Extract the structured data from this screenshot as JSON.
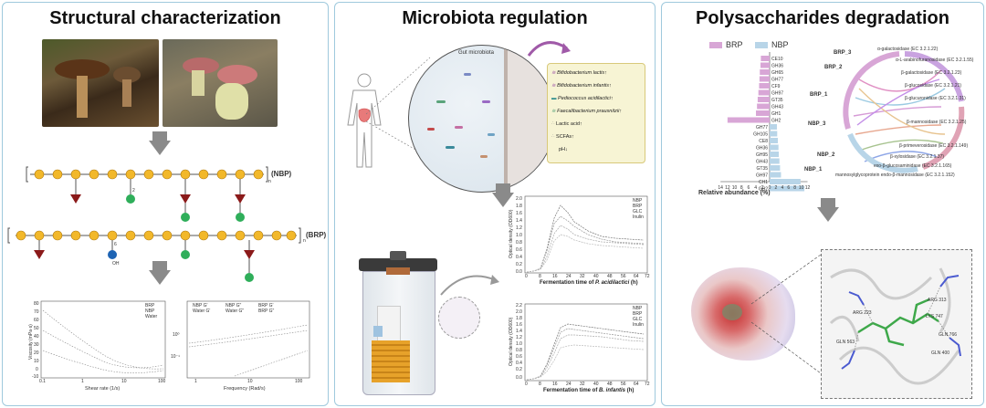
{
  "panels": {
    "structural": {
      "title": "Structural characterization",
      "nbp_tag": "(NBP)",
      "brp_tag": "(BRP)",
      "n1": "n",
      "n2": "n",
      "oh": "OH",
      "link_small": "2",
      "link_small2": "6",
      "chart1": {
        "ylabel": "Viscosity (mPa·s)",
        "xlabel": "Shear rate (1/s)",
        "xticks": [
          "0.1",
          "1",
          "10",
          "100"
        ],
        "yticks": [
          "80",
          "70",
          "60",
          "50",
          "40",
          "30",
          "20",
          "10",
          "0",
          "-10"
        ],
        "legend": [
          "BRP",
          "NBP",
          "Water"
        ]
      },
      "chart2": {
        "xlabel": "Frequency (Rad/s)",
        "xticks": [
          "1",
          "10",
          "100"
        ],
        "yticks": [
          "10⁰",
          "10⁻¹"
        ],
        "legend": [
          "NBP G'",
          "NBP G\"",
          "Water G'",
          "BRP G'",
          "BRP G\"",
          "Water G\""
        ]
      }
    },
    "microbiota": {
      "title": "Microbiota regulation",
      "gut_label": "Gut microbiota",
      "effects": [
        {
          "text": "Bifidobacterium lactis",
          "arrow": "↑"
        },
        {
          "text": "Bifidobacterium infantis",
          "arrow": "↑"
        },
        {
          "text": "Pediococcus acidilactici",
          "arrow": "↑"
        },
        {
          "text": "Faecalibacterium prausnitzii",
          "arrow": "↑"
        },
        {
          "text": "Lactic acid",
          "arrow": "↑"
        },
        {
          "text": "SCFAs",
          "arrow": "↑"
        },
        {
          "text": "pH",
          "arrow": "↓"
        }
      ],
      "chart_top": {
        "xlabel_prefix": "Fermentation time of ",
        "xlabel_species": "P. acidilactici",
        "xlabel_suffix": " (h)",
        "ylabel": "Optical density (OD600)",
        "xticks": [
          "0",
          "8",
          "16",
          "24",
          "32",
          "40",
          "48",
          "56",
          "64",
          "72"
        ],
        "yticks": [
          "2.0",
          "1.8",
          "1.6",
          "1.4",
          "1.2",
          "1.0",
          "0.8",
          "0.6",
          "0.4",
          "0.2",
          "0.0"
        ],
        "legend": [
          "NBP",
          "BRP",
          "GLC",
          "Inulin"
        ]
      },
      "chart_bottom": {
        "xlabel_prefix": "Fermentation time of ",
        "xlabel_species": "B. infantis",
        "xlabel_suffix": " (h)",
        "ylabel": "Optical density (OD600)",
        "xticks": [
          "0",
          "8",
          "16",
          "24",
          "32",
          "40",
          "48",
          "56",
          "64",
          "72"
        ],
        "yticks": [
          "2.2",
          "2.0",
          "1.8",
          "1.6",
          "1.4",
          "1.2",
          "1.0",
          "0.8",
          "0.6",
          "0.4",
          "0.2",
          "0.0"
        ],
        "legend": [
          "NBP",
          "BRP",
          "GLC",
          "Inulin"
        ]
      }
    },
    "degradation": {
      "title": "Polysaccharides degradation",
      "legend_brp": "BRP",
      "legend_nbp": "NBP",
      "xlabel": "Relative abundance (%)",
      "xticks": [
        "14",
        "12",
        "10",
        "8",
        "6",
        "4",
        "2",
        "0",
        "2",
        "4",
        "6",
        "8",
        "10",
        "12"
      ],
      "brp_families": [
        "CE10",
        "GH36",
        "GH65",
        "GH77",
        "CF9",
        "GH97",
        "GT35",
        "GH43",
        "GH1",
        "GH2"
      ],
      "nbp_families": [
        "GH77",
        "GH105",
        "CE8",
        "GH36",
        "GH95",
        "GH43",
        "GT35",
        "GH97",
        "CH1",
        "GH2"
      ],
      "chord_left": [
        "BRP_3",
        "BRP_2",
        "BRP_1",
        "NBP_3",
        "NBP_2",
        "NBP_1"
      ],
      "enzymes": [
        "α-galactosidase (EC 3.2.1.22)",
        "α-L-arabinofuranosidase (EC 3.2.1.55)",
        "β-galactosidase (EC 3.2.1.23)",
        "β-glucosidase (EC 3.2.1.21)",
        "β-glucuronidase (EC 3.2.1.31)",
        "β-mannosidase (EC 3.2.1.25)",
        "β-primeverosidase (EC 3.2.1.149)",
        "β-xylosidase (EC 3.2.1.37)",
        "exo-β-glucosaminidase (EC 3.2.1.165)",
        "mannosylglycoprotein endo-β-mannosidase (EC 3.2.1.152)"
      ],
      "residues": [
        "ARG 223",
        "ARG 313",
        "LYS 747",
        "GLN 563",
        "GLN 766",
        "GLN 400"
      ]
    }
  },
  "chart_data": [
    {
      "type": "bar",
      "title": "",
      "orientation": "horizontal",
      "xlabel": "Relative abundance (%)",
      "series": [
        {
          "name": "BRP",
          "categories": [
            "CE10",
            "GH36",
            "GH65",
            "GH77",
            "CF9",
            "GH97",
            "GT35",
            "GH43",
            "GH1",
            "GH2"
          ],
          "values": [
            2.5,
            2.6,
            2.8,
            2.9,
            3.0,
            3.2,
            3.4,
            3.6,
            3.9,
            12.0
          ]
        },
        {
          "name": "NBP",
          "categories": [
            "GH77",
            "GH105",
            "CE8",
            "GH36",
            "GH95",
            "GH43",
            "GT35",
            "GH97",
            "CH1",
            "GH2"
          ],
          "values": [
            2.3,
            2.4,
            2.6,
            2.8,
            2.9,
            3.1,
            3.3,
            3.6,
            9.8,
            11.0
          ]
        }
      ]
    },
    {
      "type": "line",
      "title": "",
      "xlabel": "Fermentation time of P. acidilactici (h)",
      "ylabel": "Optical density (OD600)",
      "x": [
        0,
        4,
        8,
        12,
        16,
        20,
        24,
        28,
        32,
        40,
        48,
        56,
        64,
        72
      ],
      "ylim": [
        0,
        2.0
      ],
      "series": [
        {
          "name": "NBP",
          "values": [
            0.02,
            0.02,
            0.03,
            0.1,
            0.6,
            1.45,
            1.82,
            1.65,
            1.45,
            1.2,
            1.05,
            1.0,
            0.98,
            0.96
          ]
        },
        {
          "name": "BRP",
          "values": [
            0.02,
            0.02,
            0.03,
            0.1,
            0.55,
            1.35,
            1.55,
            1.45,
            1.3,
            1.05,
            0.95,
            0.9,
            0.88,
            0.86
          ]
        },
        {
          "name": "GLC",
          "values": [
            0.02,
            0.02,
            0.03,
            0.08,
            0.4,
            1.0,
            1.2,
            1.1,
            0.95,
            0.85,
            0.8,
            0.78,
            0.75,
            0.73
          ]
        },
        {
          "name": "Inulin",
          "values": [
            0.02,
            0.02,
            0.03,
            0.07,
            0.3,
            0.8,
            1.0,
            0.95,
            0.85,
            0.75,
            0.7,
            0.67,
            0.65,
            0.63
          ]
        }
      ]
    },
    {
      "type": "line",
      "title": "",
      "xlabel": "Fermentation time of B. infantis (h)",
      "ylabel": "Optical density (OD600)",
      "x": [
        0,
        4,
        8,
        12,
        16,
        20,
        24,
        28,
        32,
        40,
        48,
        56,
        64,
        72
      ],
      "ylim": [
        0,
        2.2
      ],
      "series": [
        {
          "name": "NBP",
          "values": [
            0.02,
            0.02,
            0.03,
            0.1,
            0.5,
            1.2,
            1.62,
            1.58,
            1.55,
            1.5,
            1.45,
            1.4,
            1.35,
            1.3
          ]
        },
        {
          "name": "BRP",
          "values": [
            0.02,
            0.02,
            0.03,
            0.1,
            0.45,
            1.1,
            1.5,
            1.48,
            1.45,
            1.4,
            1.35,
            1.3,
            1.25,
            1.2
          ]
        },
        {
          "name": "GLC",
          "values": [
            0.02,
            0.02,
            0.03,
            0.08,
            0.35,
            0.9,
            1.3,
            1.3,
            1.28,
            1.25,
            1.2,
            1.15,
            1.12,
            1.1
          ]
        },
        {
          "name": "Inulin",
          "values": [
            0.02,
            0.02,
            0.03,
            0.06,
            0.25,
            0.7,
            1.0,
            1.02,
            1.0,
            0.98,
            0.95,
            0.92,
            0.9,
            0.88
          ]
        }
      ]
    }
  ]
}
